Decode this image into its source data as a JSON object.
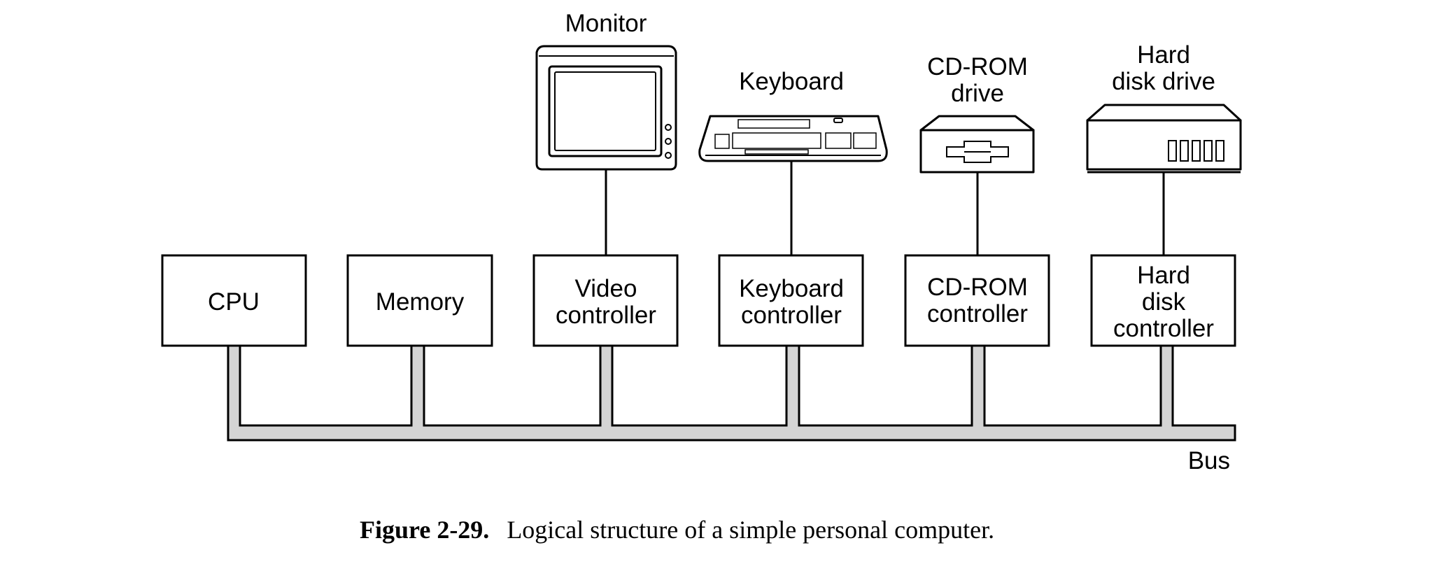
{
  "colors": {
    "bus_fill": "#d4d4d4",
    "stroke": "#000000",
    "background": "#ffffff"
  },
  "devices": {
    "monitor": "Monitor",
    "keyboard": "Keyboard",
    "cdrom_line1": "CD-ROM",
    "cdrom_line2": "drive",
    "hdd_line1": "Hard",
    "hdd_line2": "disk drive"
  },
  "boxes": {
    "cpu": "CPU",
    "memory": "Memory",
    "video_line1": "Video",
    "video_line2": "controller",
    "keyboard_line1": "Keyboard",
    "keyboard_line2": "controller",
    "cdrom_line1": "CD-ROM",
    "cdrom_line2": "controller",
    "hdd_line1": "Hard",
    "hdd_line2": "disk",
    "hdd_line3": "controller"
  },
  "bus_label": "Bus",
  "caption": {
    "number": "Figure 2-29.",
    "text": "Logical structure of a simple personal computer."
  },
  "icons": [
    "monitor-icon",
    "keyboard-icon",
    "cdrom-drive-icon",
    "hard-disk-drive-icon"
  ]
}
